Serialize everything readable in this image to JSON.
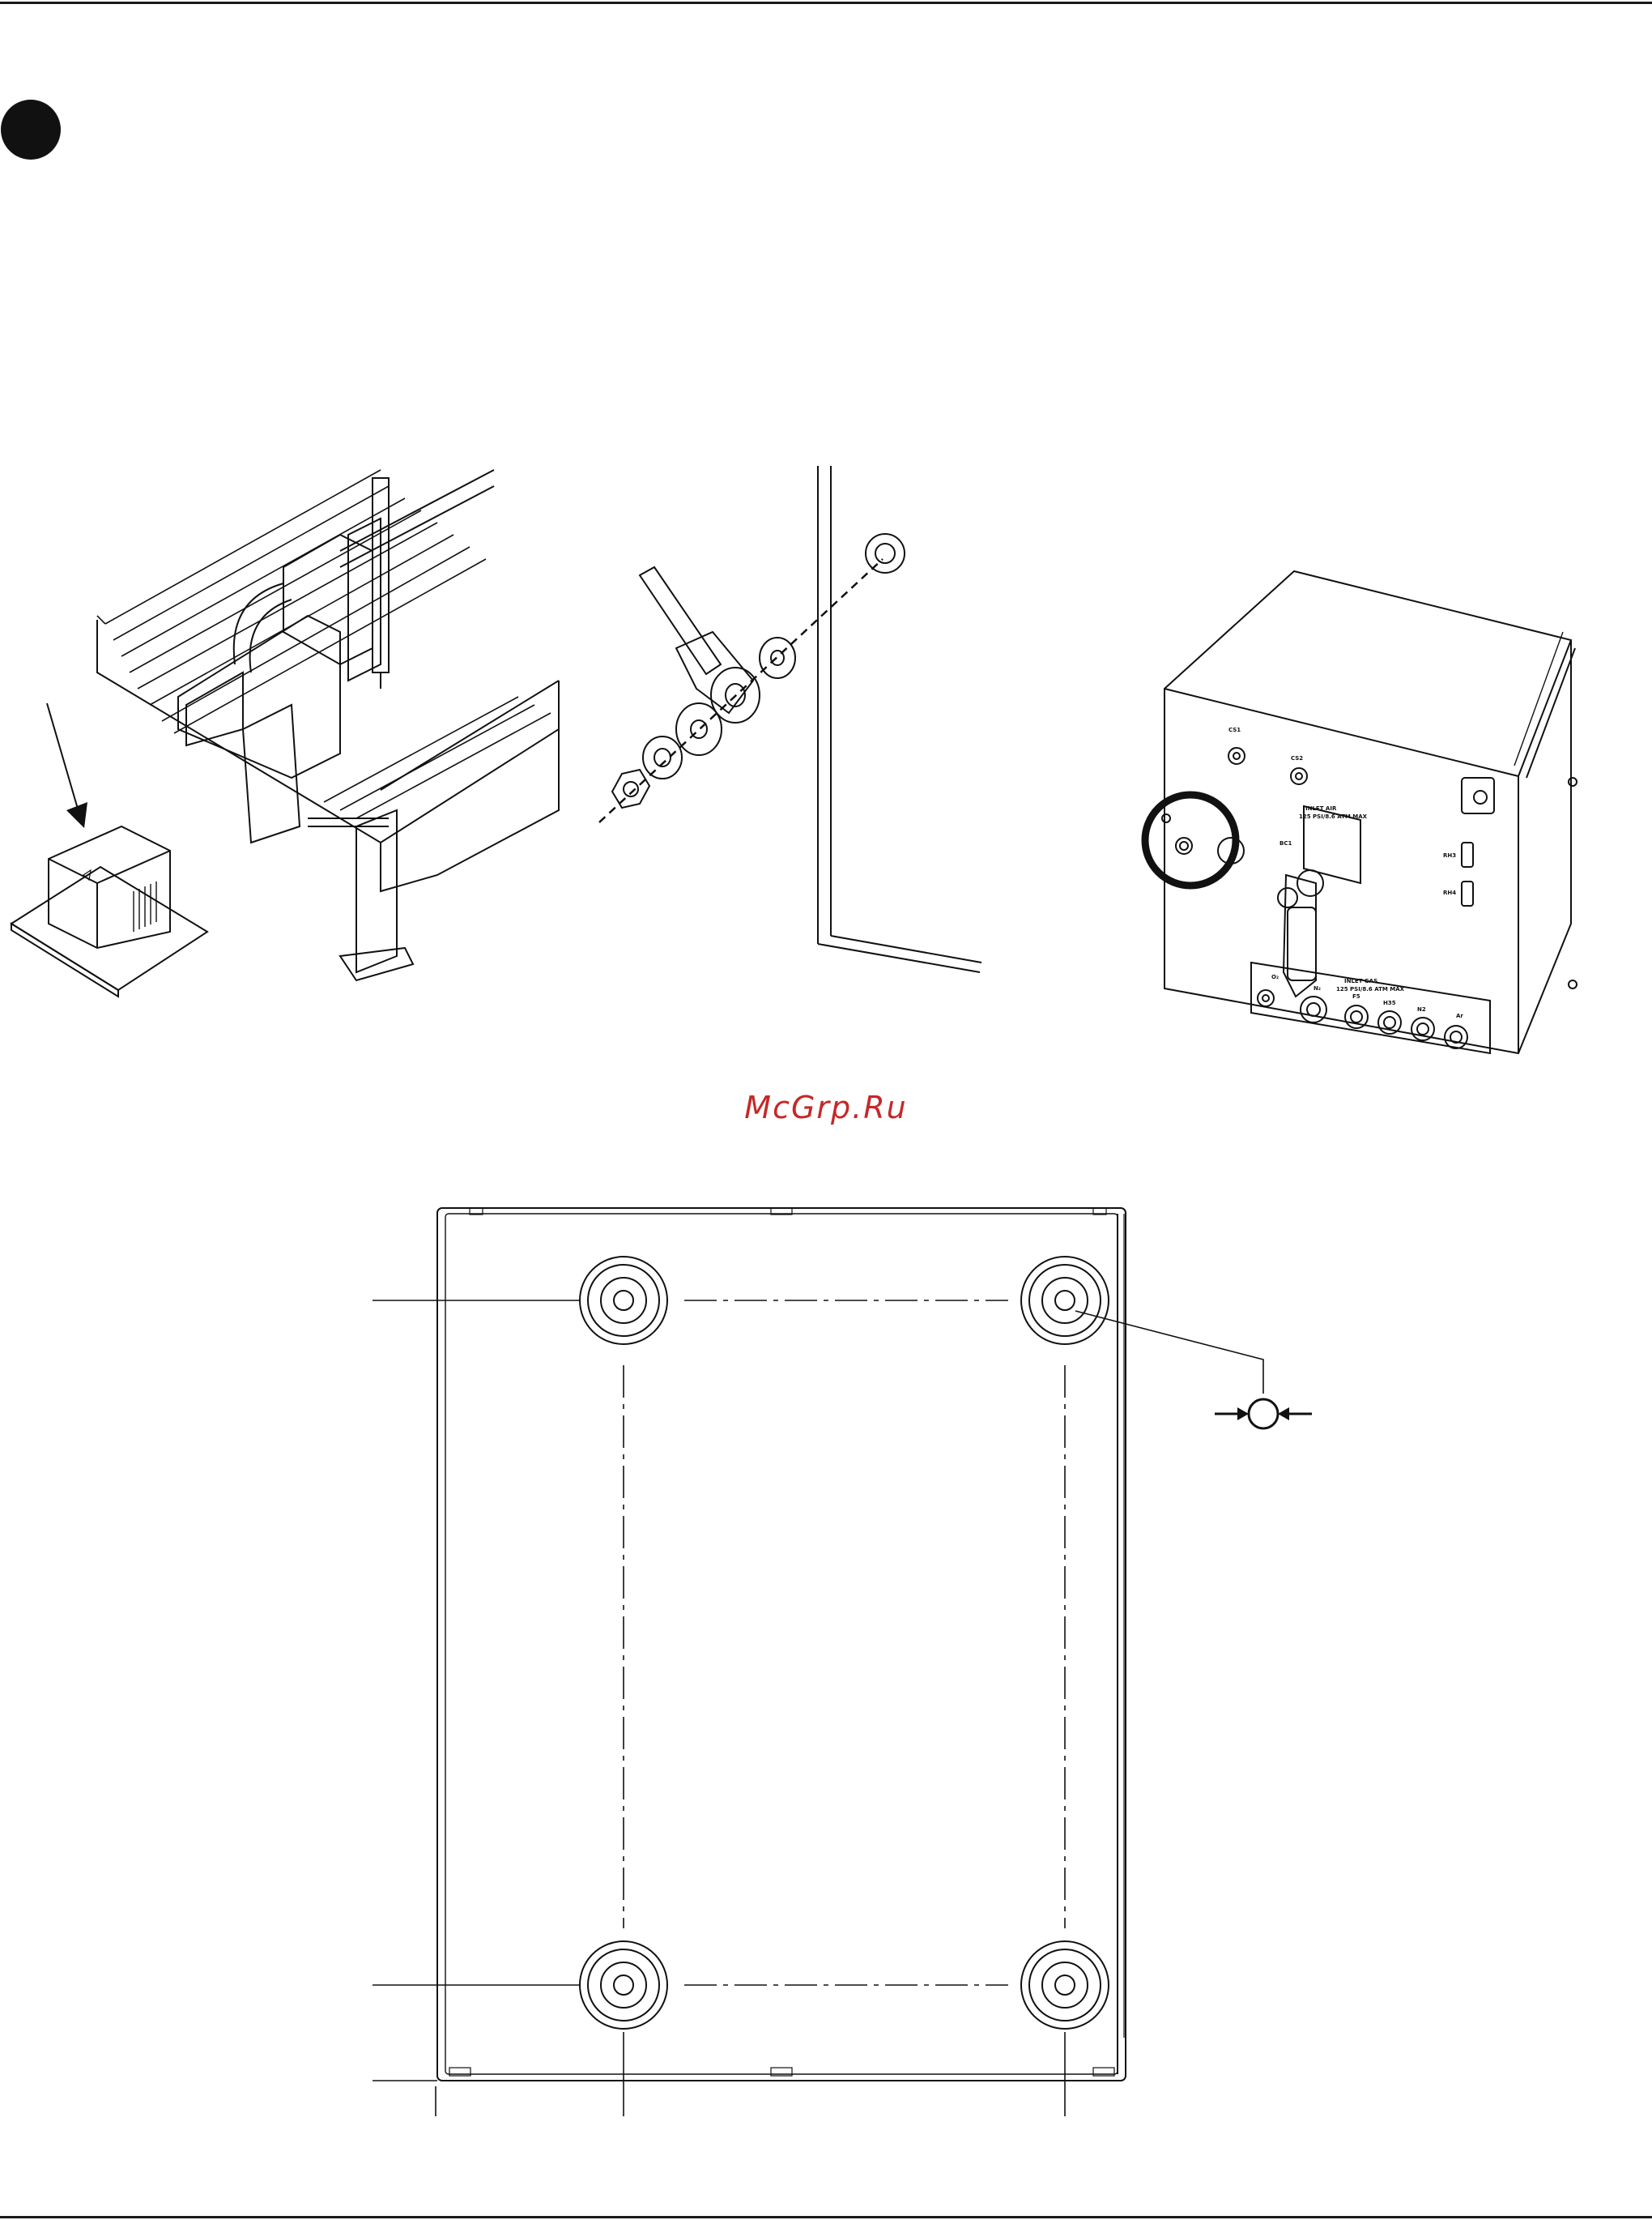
{
  "watermark": {
    "text": "McGrp.Ru",
    "color": "#c62828"
  },
  "panel_labels": {
    "cs1": "CS1",
    "cs2": "CS2",
    "inlet_air_1": "INLET AIR",
    "inlet_air_2": "125 PSI/8.6 ATM MAX",
    "inlet_gas_1": "INLET GAS",
    "inlet_gas_2": "125 PSI/8.6 ATM MAX",
    "rhs": "RH3",
    "rh4": "RH4",
    "bc": "BC1",
    "o2": "O₂",
    "n2": "N₂",
    "f5": "F5",
    "h35": "H35",
    "n2b": "N2",
    "ar": "Ar"
  },
  "colors": {
    "ink": "#111111",
    "rule": "#1a1a1a"
  }
}
